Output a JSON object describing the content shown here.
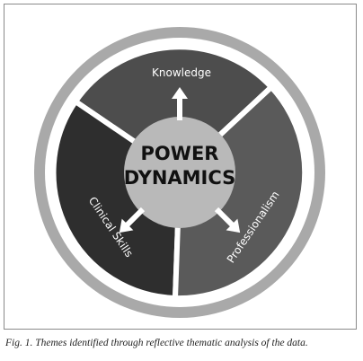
{
  "diagram": {
    "center": {
      "line1": "POWER",
      "line2": "DYNAMICS"
    },
    "segments": [
      {
        "label": "Knowledge"
      },
      {
        "label": "Clinical Skills"
      },
      {
        "label": "Professionalism"
      }
    ]
  },
  "caption": "Fig. 1. Themes identified through reflective thematic analysis of the data.",
  "colors": {
    "outer_ring": "#a9a9a9",
    "segment_knowledge": "#4d4d4d",
    "segment_clinical": "#2e2e2e",
    "segment_professionalism": "#5a5a5a",
    "center": "#b9b9b9",
    "arrow": "#ffffff"
  }
}
